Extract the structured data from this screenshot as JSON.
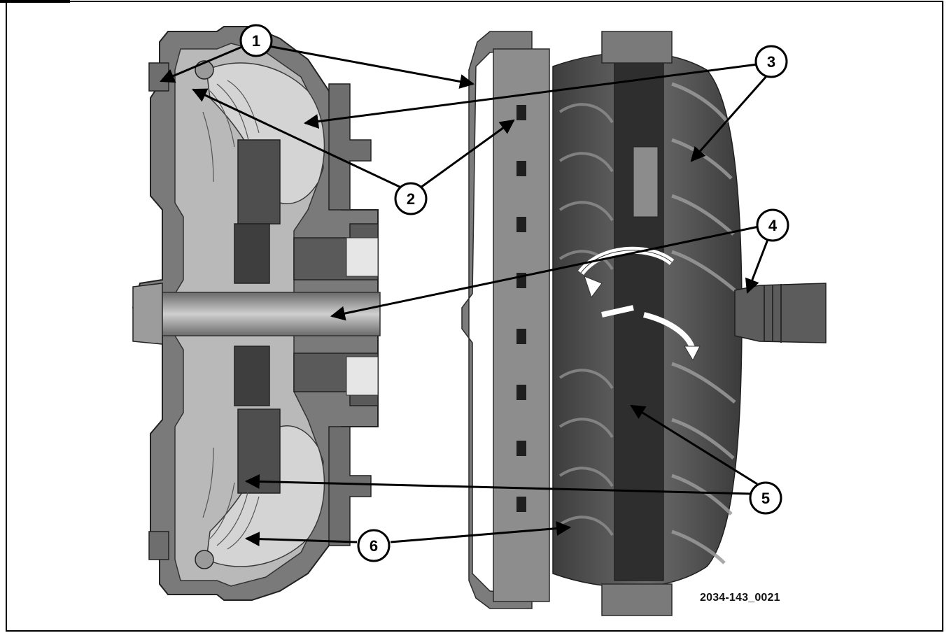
{
  "figure": {
    "id_label": "2034-143_0021",
    "callouts": [
      "1",
      "2",
      "3",
      "4",
      "5",
      "6"
    ]
  },
  "colors": {
    "border": "#000000",
    "casing_dark": "#5e5e5e",
    "casing_mid": "#8a8a8a",
    "casing_light": "#bdbdbd",
    "fluid_light": "#d6d6d6",
    "arrow": "#000000",
    "callout_fill": "#ffffff"
  }
}
